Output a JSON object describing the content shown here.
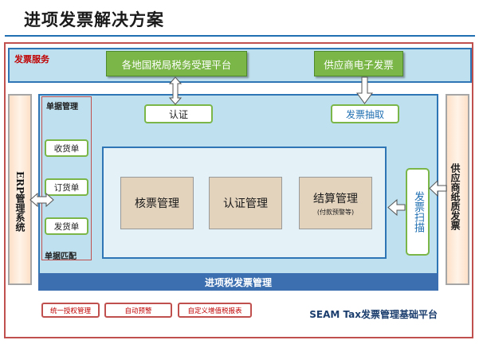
{
  "title": "进项发票解决方案",
  "invoice_service": {
    "label": "发票服务"
  },
  "platforms": {
    "tax_platform": "各地国税局税务受理平台",
    "supplier_einvoice": "供应商电子发票"
  },
  "erp_panel": "ERP管理系统",
  "supplier_panel": "供应商纸质发票",
  "docs": {
    "management_label": "单据管理",
    "match_label": "单据匹配",
    "items": [
      "收货单",
      "订货单",
      "发货单"
    ]
  },
  "actions": {
    "auth": "认证",
    "extract": "发票抽取",
    "scan": "发票扫描"
  },
  "core": {
    "verify": "核票管理",
    "auth_mgmt": "认证管理",
    "settle": "结算管理",
    "settle_sub": "(付款预警等)"
  },
  "main_footer": "进项税发票管理",
  "bottom": {
    "buttons": [
      "统一授权管理",
      "自动预警",
      "自定义增值税报表"
    ],
    "platform_name": "SEAM Tax发票管理基础平台"
  },
  "colors": {
    "title_line": "#1f6fb2",
    "panel_fill": "#bfe0ee",
    "green": "#7ab648",
    "red_border": "#c0504d",
    "core_box": "#e3d3bd",
    "footer_bar": "#3c6fb0"
  }
}
